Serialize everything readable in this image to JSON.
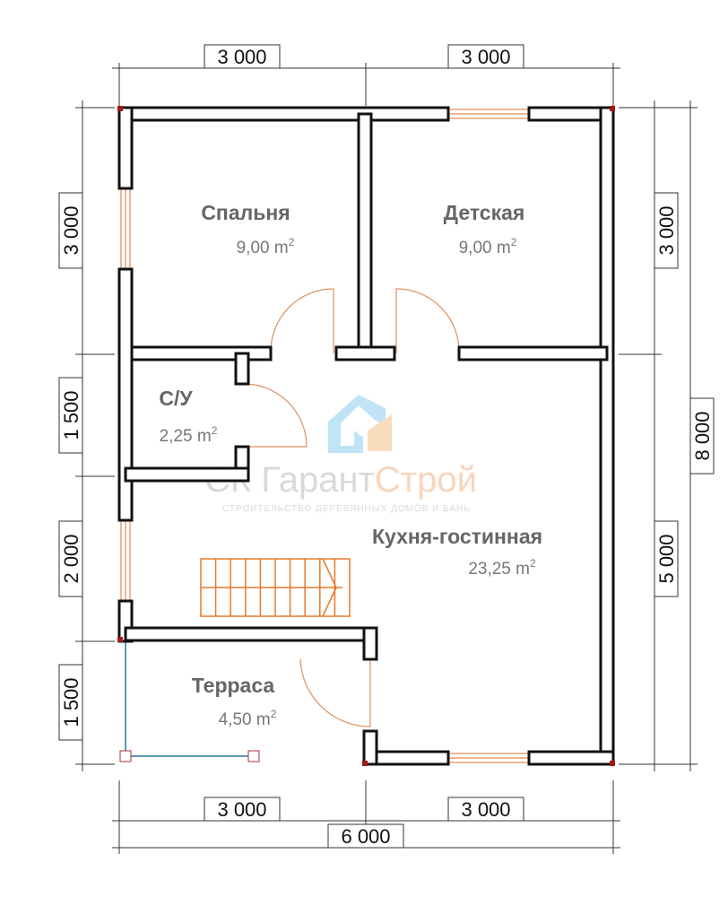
{
  "rooms": [
    {
      "name": "Спальня",
      "area": "9,00 m",
      "sup": "2"
    },
    {
      "name": "Детская",
      "area": "9,00 m",
      "sup": "2"
    },
    {
      "name": "С/У",
      "area": "2,25 m",
      "sup": "2"
    },
    {
      "name": "Кухня-гостинная",
      "area": "23,25 m",
      "sup": "2"
    },
    {
      "name": "Терраса",
      "area": "4,50 m",
      "sup": "2"
    }
  ],
  "dimensions": {
    "top": [
      "3 000",
      "3 000"
    ],
    "bottom": [
      "3 000",
      "3 000"
    ],
    "bottom_total": "6 000",
    "left": [
      "3 000",
      "1 500",
      "2 000",
      "1 500"
    ],
    "right_inner": [
      "3 000",
      "5 000"
    ],
    "right_total": "8 000"
  },
  "watermark": {
    "brand_part1": "СК Гарант",
    "brand_part2": "Строй",
    "tagline": "СТРОИТЕЛЬСТВО ДЕРЕВЯННЫХ ДОМОВ И БАНЬ"
  },
  "colors": {
    "wall": "#111111",
    "accent": "#e8782a",
    "watermark_blue": "#8ecdf0"
  }
}
